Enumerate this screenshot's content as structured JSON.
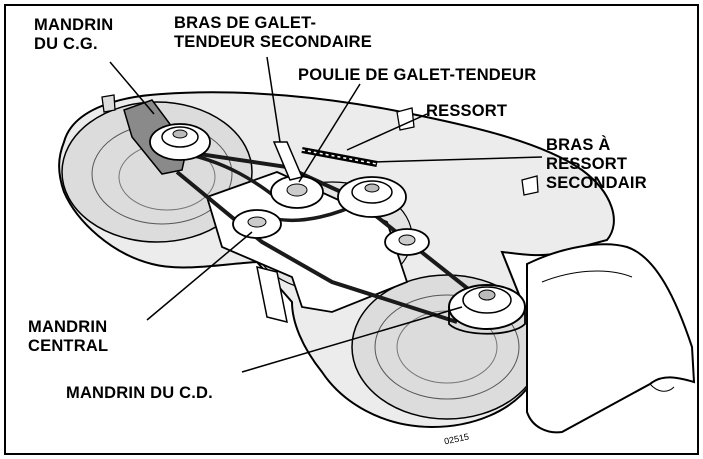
{
  "labels": {
    "cg_spindle_line1": "MANDRIN",
    "cg_spindle_line2": "DU C.G.",
    "secondary_idler_arm_line1": "BRAS DE GALET-",
    "secondary_idler_arm_line2": "TENDEUR SECONDAIRE",
    "idler_pulley": "POULIE DE GALET-TENDEUR",
    "spring": "RESSORT",
    "secondary_spring_arm_line1": "BRAS À",
    "secondary_spring_arm_line2": "RESSORT",
    "secondary_spring_arm_line3": "SECONDAIR",
    "center_spindle_line1": "MANDRIN",
    "center_spindle_line2": "CENTRAL",
    "cd_spindle": "MANDRIN DU C.D."
  },
  "figure_code": "02515",
  "colors": {
    "line": "#000000",
    "background": "#ffffff",
    "deck_shade": "#d9d9d9",
    "bracket_gray": "#8a8a8a",
    "belt": "#1a1a1a"
  }
}
